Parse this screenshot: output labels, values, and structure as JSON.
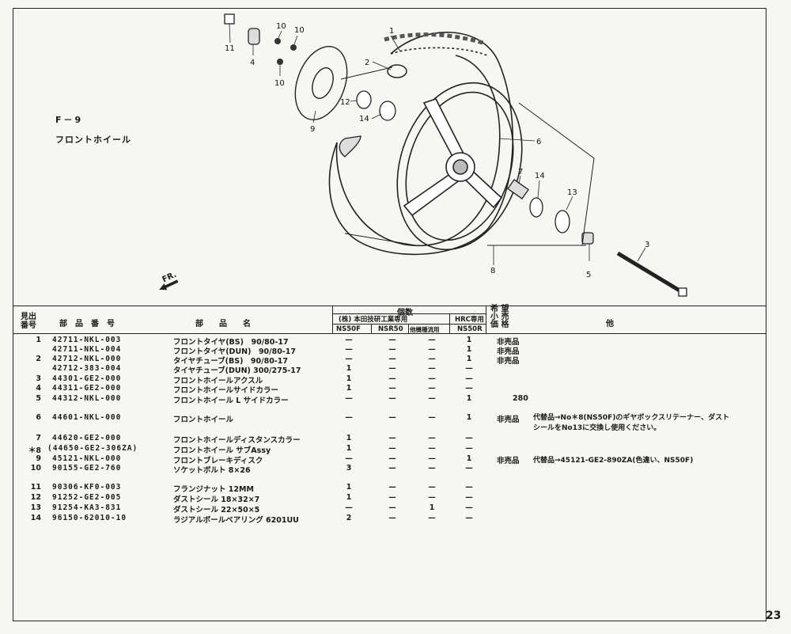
{
  "section": {
    "code": "F－9",
    "title": "フロントホイール"
  },
  "direction_label": "FR.",
  "callouts": [
    "1",
    "2",
    "3",
    "4",
    "5",
    "6",
    "7",
    "8",
    "9",
    "10",
    "10",
    "10",
    "11",
    "12",
    "13",
    "14",
    "14"
  ],
  "table": {
    "headers": {
      "no": "見出\n番号",
      "part_number": "部　品　番　号",
      "part_name": "部　　品　　名",
      "quantity": "個数",
      "honda_group": "(株) 本田技研工業専用",
      "hrc_group": "HRC専用",
      "price": "希 望\n小 売\n価 格",
      "other": "他",
      "models": [
        "NS50F",
        "NSR50",
        "他機種流用",
        "NS50R"
      ]
    },
    "rows": [
      {
        "no": "1",
        "part": "42711-NKL-003",
        "name": "フロントタイヤ(BS)　90/80-17",
        "q": [
          "—",
          "—",
          "—",
          "1"
        ],
        "price": "非売品",
        "note": ""
      },
      {
        "no": "",
        "part": "42711-NKL-004",
        "name": "フロントタイヤ(DUN)　90/80-17",
        "q": [
          "—",
          "—",
          "—",
          "1"
        ],
        "price": "非売品",
        "note": ""
      },
      {
        "no": "2",
        "part": "42712-NKL-000",
        "name": "タイヤチューブ(BS)　90/80-17",
        "q": [
          "—",
          "—",
          "—",
          "1"
        ],
        "price": "非売品",
        "note": ""
      },
      {
        "no": "",
        "part": "42712-383-004",
        "name": "タイヤチューブ(DUN) 300/275-17",
        "q": [
          "1",
          "—",
          "—",
          "—"
        ],
        "price": "",
        "note": ""
      },
      {
        "no": "3",
        "part": "44301-GE2-000",
        "name": "フロントホイールアクスル",
        "q": [
          "1",
          "—",
          "—",
          "—"
        ],
        "price": "",
        "note": ""
      },
      {
        "no": "4",
        "part": "44311-GE2-000",
        "name": "フロントホイールサイドカラー",
        "q": [
          "1",
          "—",
          "—",
          "—"
        ],
        "price": "",
        "note": ""
      },
      {
        "no": "5",
        "part": "44312-NKL-000",
        "name": "フロントホイール L サイドカラー",
        "q": [
          "—",
          "—",
          "—",
          "1"
        ],
        "price": "280",
        "note": ""
      },
      {
        "no": "6",
        "part": "44601-NKL-000",
        "name": "フロントホイール",
        "q": [
          "—",
          "—",
          "—",
          "1"
        ],
        "price": "非売品",
        "note": "代替品→No＊8(NS50F)のギヤボックスリテーナー、ダスト\nシールをNo13に交換し使用ください。"
      },
      {
        "no": "7",
        "part": "44620-GE2-000",
        "name": "フロントホイールディスタンスカラー",
        "q": [
          "1",
          "—",
          "—",
          "—"
        ],
        "price": "",
        "note": ""
      },
      {
        "no": "＊8",
        "part": "(44650-GE2-306ZA)",
        "name": "フロントホイール サブAssy",
        "q": [
          "1",
          "—",
          "—",
          "—"
        ],
        "price": "",
        "note": ""
      },
      {
        "no": "9",
        "part": "45121-NKL-000",
        "name": "フロントブレーキディスク",
        "q": [
          "—",
          "—",
          "—",
          "1"
        ],
        "price": "非売品",
        "note": "代替品→45121-GE2-890ZA(色違い、NS50F)"
      },
      {
        "no": "10",
        "part": "90155-GE2-760",
        "name": "ソケットボルト 8×26",
        "q": [
          "3",
          "—",
          "—",
          "—"
        ],
        "price": "",
        "note": ""
      },
      {
        "no": "11",
        "part": "90306-KF0-003",
        "name": "フランジナット 12MM",
        "q": [
          "1",
          "—",
          "—",
          "—"
        ],
        "price": "",
        "note": ""
      },
      {
        "no": "12",
        "part": "91252-GE2-005",
        "name": "ダストシール 18×32×7",
        "q": [
          "1",
          "—",
          "—",
          "—"
        ],
        "price": "",
        "note": ""
      },
      {
        "no": "13",
        "part": "91254-KA3-831",
        "name": "ダストシール 22×50×5",
        "q": [
          "—",
          "—",
          "1",
          "—"
        ],
        "price": "",
        "note": ""
      },
      {
        "no": "14",
        "part": "96150-62010-10",
        "name": "ラジアルボールベアリング 6201UU",
        "q": [
          "2",
          "—",
          "—",
          "—"
        ],
        "price": "",
        "note": ""
      }
    ]
  },
  "page_number": "23"
}
